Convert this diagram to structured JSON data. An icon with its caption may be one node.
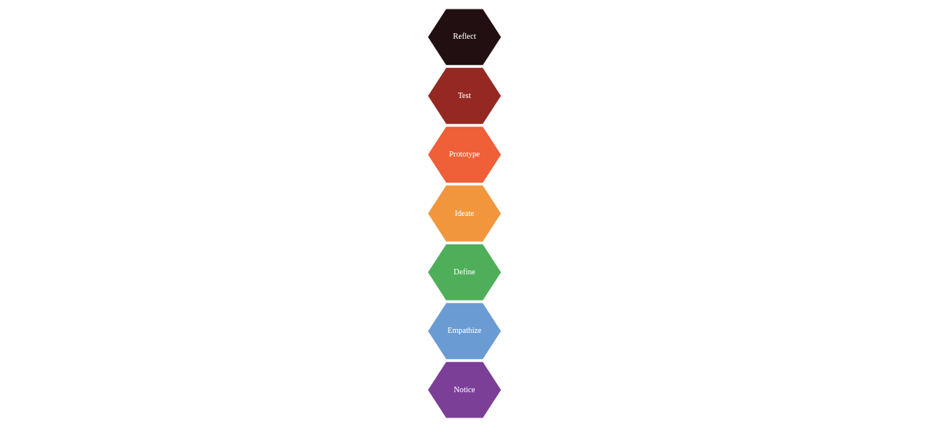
{
  "diagram": {
    "nodes": [
      {
        "text": [
          "Notice"
        ]
      },
      {
        "text": [
          "Empathize"
        ]
      },
      {
        "text": [
          "Define"
        ]
      },
      {
        "text": [
          "Ideate"
        ]
      },
      {
        "text": [
          "Prototype"
        ]
      },
      {
        "text": [
          "Test"
        ]
      },
      {
        "text": [
          "Reflect"
        ]
      }
    ]
  }
}
